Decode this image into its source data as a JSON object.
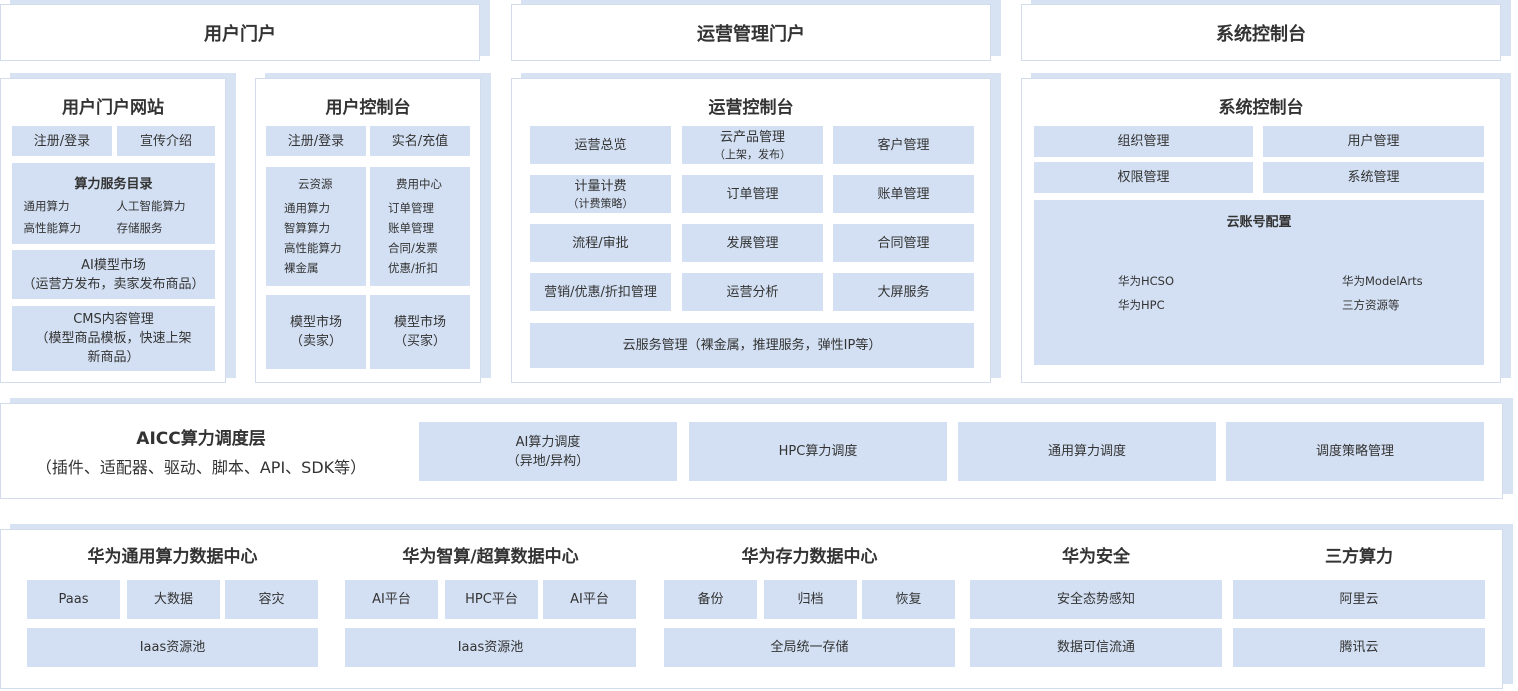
{
  "top": {
    "user_portal": "用户门户",
    "ops_portal": "运营管理门户",
    "sys_console": "系统控制台"
  },
  "user_site": {
    "title": "用户门户网站",
    "register": "注册/登录",
    "promo": "宣传介绍",
    "catalog": {
      "title": "算力服务目录",
      "items": [
        "通用算力",
        "人工智能算力",
        "高性能算力",
        "存储服务"
      ]
    },
    "ai_market": {
      "line1": "AI模型市场",
      "line2": "（运营方发布，卖家发布商品）"
    },
    "cms": {
      "line1": "CMS内容管理",
      "line2": "（模型商品模板，快速上架",
      "line3": "新商品）"
    }
  },
  "user_console": {
    "title": "用户控制台",
    "register": "注册/登录",
    "realname": "实名/充值",
    "cloud_res": {
      "title": "云资源",
      "items": [
        "通用算力",
        "智算算力",
        "高性能算力",
        "裸金属"
      ]
    },
    "billing": {
      "title": "费用中心",
      "items": [
        "订单管理",
        "账单管理",
        "合同/发票",
        "优惠/折扣"
      ]
    },
    "market_seller": {
      "line1": "模型市场",
      "line2": "（卖家）"
    },
    "market_buyer": {
      "line1": "模型市场",
      "line2": "（买家）"
    }
  },
  "ops_console": {
    "title": "运营控制台",
    "overview": "运营总览",
    "cloud_product": {
      "line1": "云产品管理",
      "line2": "（上架，发布）"
    },
    "customer": "客户管理",
    "metering": {
      "line1": "计量计费",
      "line2": "（计费策略）"
    },
    "order": "订单管理",
    "bill": "账单管理",
    "flow": "流程/审批",
    "develop": "发展管理",
    "contract": "合同管理",
    "marketing": "营销/优惠/折扣管理",
    "analysis": "运营分析",
    "bigscreen": "大屏服务",
    "cloud_service": "云服务管理（裸金属，推理服务，弹性IP等）"
  },
  "sys_console": {
    "title": "系统控制台",
    "org": "组织管理",
    "user": "用户管理",
    "perm": "权限管理",
    "system": "系统管理",
    "cloud_account": {
      "title": "云账号配置",
      "items": [
        "华为HCSO",
        "华为ModelArts",
        "华为HPC",
        "三方资源等"
      ]
    }
  },
  "aicc": {
    "title": "AICC算力调度层",
    "subtitle": "（插件、适配器、驱动、脚本、API、SDK等）",
    "ai_sched": {
      "line1": "AI算力调度",
      "line2": "（异地/异构）"
    },
    "hpc_sched": "HPC算力调度",
    "general_sched": "通用算力调度",
    "policy": "调度策略管理"
  },
  "dc": {
    "general": {
      "title": "华为通用算力数据中心",
      "paas": "Paas",
      "bigdata": "大数据",
      "dr": "容灾",
      "iaas": "Iaas资源池"
    },
    "smart": {
      "title": "华为智算/超算数据中心",
      "ai1": "AI平台",
      "hpc": "HPC平台",
      "ai2": "AI平台",
      "iaas": "Iaas资源池"
    },
    "storage": {
      "title": "华为存力数据中心",
      "backup": "备份",
      "archive": "归档",
      "restore": "恢复",
      "unified": "全局统一存储"
    },
    "security": {
      "title": "华为安全",
      "situation": "安全态势感知",
      "trust": "数据可信流通"
    },
    "third": {
      "title": "三方算力",
      "aliyun": "阿里云",
      "tencent": "腾讯云"
    }
  }
}
